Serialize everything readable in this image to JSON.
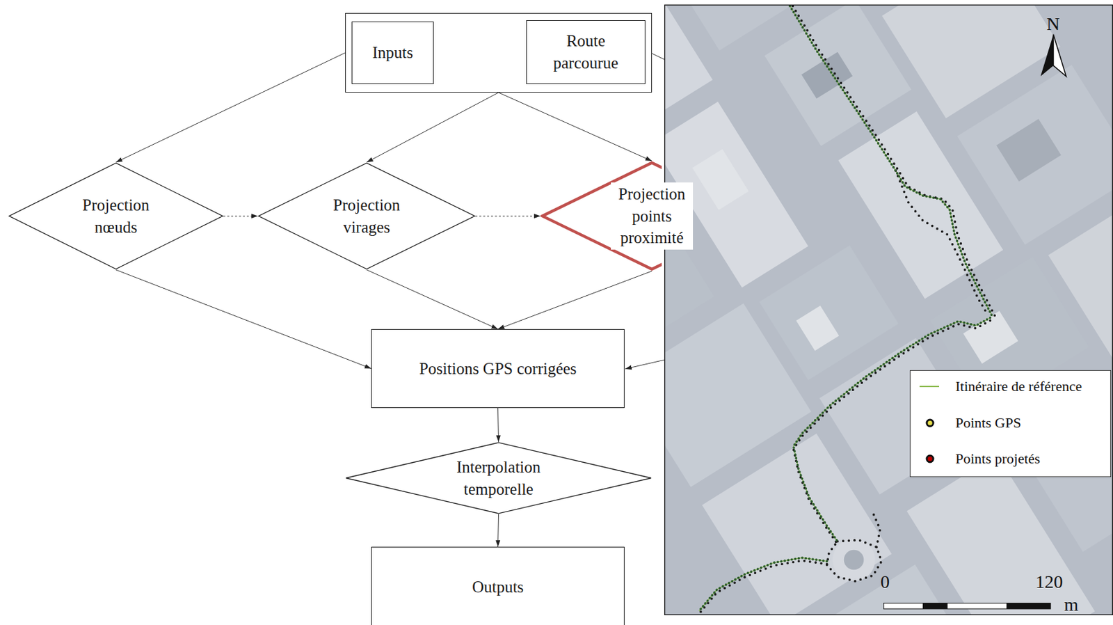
{
  "diagram": {
    "nodes": [
      {
        "text": []
      },
      {
        "text": [
          "Inputs"
        ],
        "in": 0
      },
      {
        "text": [
          "Route parcourue"
        ],
        "in": 0
      },
      {
        "text": [
          "Projection nœuds"
        ]
      },
      {
        "text": [
          "Projection virages"
        ]
      },
      {
        "text": [
          "Projection points proximité"
        ]
      },
      {
        "text": [
          "Positions GPS corrigées"
        ]
      },
      {
        "text": [
          "Interpolation temporelle"
        ]
      },
      {
        "text": [
          "Outputs"
        ]
      }
    ],
    "edges": [
      {
        "from": 1,
        "to": 2,
        "arrow": "to"
      },
      {
        "from": 0,
        "to": 3,
        "arrow": "to"
      },
      {
        "from": 0,
        "to": 4,
        "arrow": "to"
      },
      {
        "from": 0,
        "to": 5,
        "arrow": "to"
      },
      {
        "from": 3,
        "to": 4,
        "arrow": "to"
      },
      {
        "from": 4,
        "to": 5,
        "arrow": "to"
      },
      {
        "from": 3,
        "to": 6,
        "arrow": "to"
      },
      {
        "from": 4,
        "to": 6,
        "arrow": "to"
      },
      {
        "from": 5,
        "to": 6,
        "arrow": "to"
      },
      {
        "from": 6,
        "to": 7,
        "arrow": "to"
      },
      {
        "from": 7,
        "to": 8,
        "arrow": "to"
      }
    ],
    "labels": [
      "N",
      "0",
      "120",
      "m"
    ],
    "legend": [
      {
        "text": "Itinéraire de référence"
      },
      {
        "text": "Points GPS"
      },
      {
        "text": "Points projetés"
      }
    ]
  }
}
